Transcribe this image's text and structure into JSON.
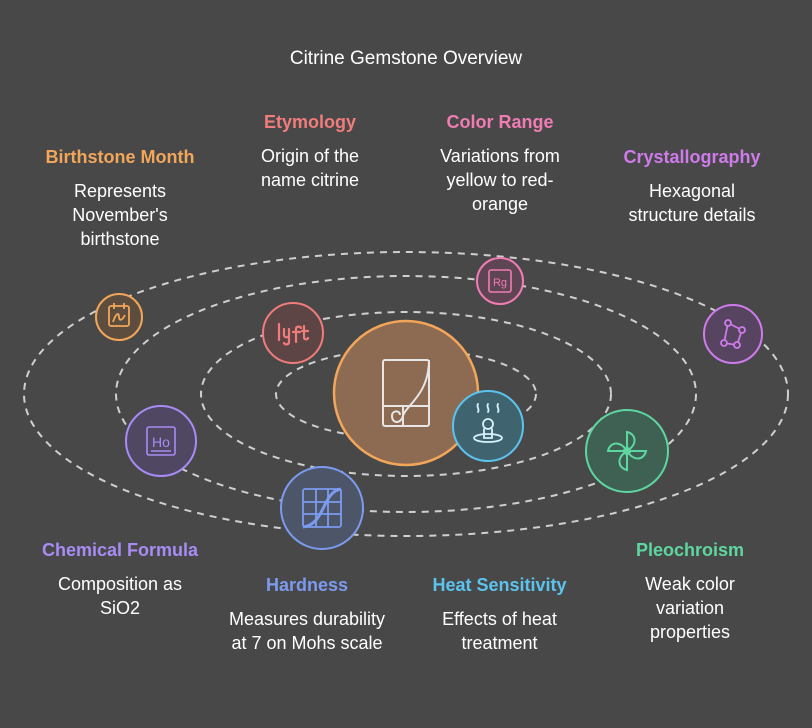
{
  "title": "Citrine Gemstone Overview",
  "topics": [
    {
      "id": "birthstone",
      "heading": "Birthstone Month",
      "description": "Represents November's birthstone",
      "color": "#F2A65A",
      "icon": "calendar-icon"
    },
    {
      "id": "etymology",
      "heading": "Etymology",
      "description": "Origin of the name citrine",
      "color": "#F07C7C",
      "icon": "lyft-logo-icon"
    },
    {
      "id": "color-range",
      "heading": "Color Range",
      "description": "Variations from yellow to red-orange",
      "color": "#F07CB4",
      "icon": "element-rg-icon"
    },
    {
      "id": "crystallography",
      "heading": "Crystallography",
      "description": "Hexagonal structure details",
      "color": "#CE7BEB",
      "icon": "molecule-graph-icon"
    },
    {
      "id": "chemical-formula",
      "heading": "Chemical Formula",
      "description": "Composition as SiO2",
      "color": "#A88BF5",
      "icon": "element-ho-icon"
    },
    {
      "id": "hardness",
      "heading": "Hardness",
      "description": "Measures durability at 7 on Mohs scale",
      "color": "#7C9BF0",
      "icon": "curve-grid-icon"
    },
    {
      "id": "heat-sensitivity",
      "heading": "Heat Sensitivity",
      "description": "Effects of heat treatment",
      "color": "#5CC3EE",
      "icon": "heat-person-icon"
    },
    {
      "id": "pleochroism",
      "heading": "Pleochroism",
      "description": "Weak color variation properties",
      "color": "#5ED6A0",
      "icon": "pinwheel-icon"
    }
  ],
  "center": {
    "icon": "golden-spiral-icon",
    "color": "#F2A65A"
  }
}
